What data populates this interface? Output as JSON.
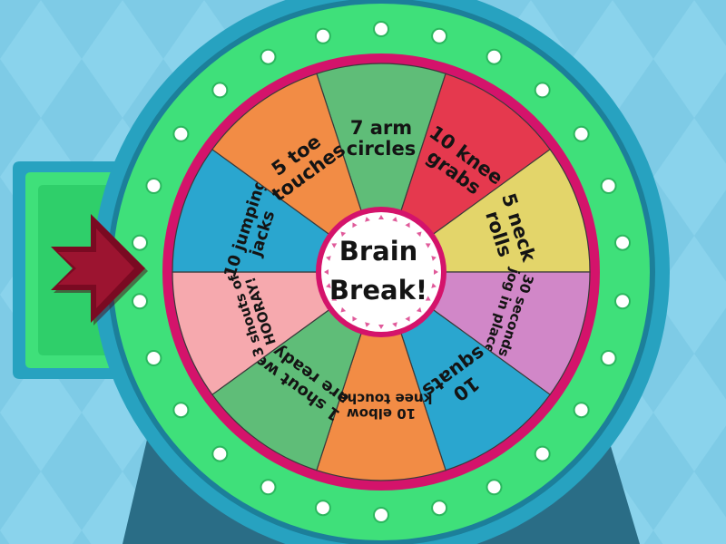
{
  "hub": {
    "line1": "Brain",
    "line2": "Break!"
  },
  "segments": [
    {
      "lines": [
        "7 arm",
        "circles"
      ],
      "color": "#5fbd78"
    },
    {
      "lines": [
        "10 knee",
        "grabs"
      ],
      "color": "#e5394e"
    },
    {
      "lines": [
        "5 neck",
        "rolls"
      ],
      "color": "#e3d56a"
    },
    {
      "lines": [
        "30 seconds",
        "jog in place"
      ],
      "color": "#d187c8"
    },
    {
      "lines": [
        "10",
        "squats"
      ],
      "color": "#2aa6cf"
    },
    {
      "lines": [
        "10 elbow",
        "knee touches"
      ],
      "color": "#f28c45"
    },
    {
      "lines": [
        "1 shout we",
        "are ready!"
      ],
      "color": "#5fbd78"
    },
    {
      "lines": [
        "3 shouts of",
        "HOORAY!"
      ],
      "color": "#f6a9ae"
    },
    {
      "lines": [
        "10 jumping",
        "jacks"
      ],
      "color": "#2aa6cf"
    },
    {
      "lines": [
        "5 toe",
        "touches"
      ],
      "color": "#f28c45"
    }
  ],
  "colors": {
    "background": "#7ecbe6",
    "outer_ring": "#27a2c0",
    "green_ring": "#3fe07a",
    "magenta_ring": "#d4136b",
    "pointer": "#7a0a22",
    "stand": "#2a6d86"
  },
  "icons": {
    "pointer": "arrow-right-icon"
  }
}
